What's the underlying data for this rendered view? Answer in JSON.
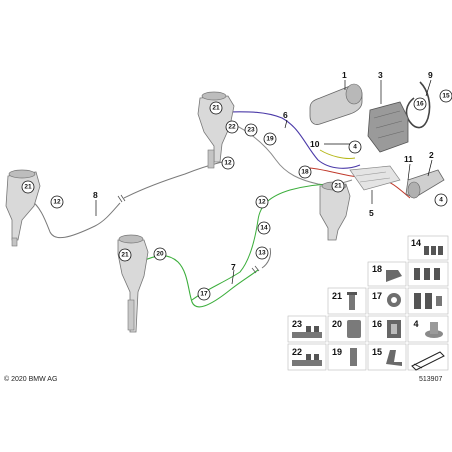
{
  "diagram": {
    "copyright": "© 2020 BMW AG",
    "drawing_number": "513907",
    "item_numbers": {
      "n1": "1",
      "n3": "3",
      "n9": "9",
      "n16": "16",
      "n15": "15",
      "n21a": "21",
      "n22": "22",
      "n23": "23",
      "n6": "6",
      "n19": "19",
      "n10": "10",
      "n4a": "4",
      "n2": "2",
      "n4b": "4",
      "n11": "11",
      "n12a": "12",
      "n18": "18",
      "n21b": "21",
      "n5": "5",
      "n21c": "21",
      "n12b": "12",
      "n8": "8",
      "n12c": "12",
      "n14": "14",
      "n21d": "21",
      "n20": "20",
      "n13": "13",
      "n7": "7",
      "n17": "17"
    },
    "legend": {
      "c14": "14",
      "c18": "18",
      "c21": "21",
      "c17": "17",
      "c23": "23",
      "c20": "20",
      "c16": "16",
      "c4": "4",
      "c22": "22",
      "c19": "19",
      "c15": "15"
    }
  }
}
